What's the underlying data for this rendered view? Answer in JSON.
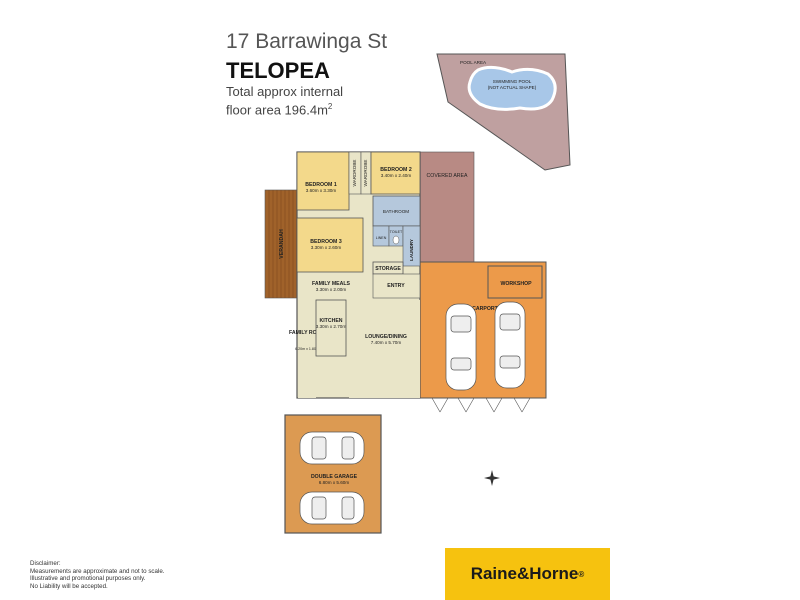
{
  "header": {
    "address": "17 Barrawinga St",
    "suburb": "TELOPEA",
    "area_line1": "Total approx internal",
    "area_line2": "floor area 196.4m",
    "area_unit_sup": "2"
  },
  "rooms": {
    "bedroom1": {
      "name": "BEDROOM 1",
      "dims": "3.60m x 3.30m"
    },
    "bedroom2": {
      "name": "BEDROOM 2",
      "dims": "3.40m x 2.40m"
    },
    "bedroom3": {
      "name": "BEDROOM 3",
      "dims": "3.30m x 2.60m"
    },
    "family_meals": {
      "name": "FAMILY MEALS",
      "dims": "3.30m x 2.00m"
    },
    "kitchen": {
      "name": "KITCHEN",
      "dims": "3.30m x 2.70m"
    },
    "family_room": {
      "name": "FAMILY ROOM",
      "dims": "6.20m x 1.80m"
    },
    "lounge_dining": {
      "name": "LOUNGE/DINING",
      "dims": "7.40m x 5.70m"
    },
    "double_garage": {
      "name": "DOUBLE GARAGE",
      "dims": "6.80m x 5.60m"
    },
    "verandah": "VERANDAH",
    "wardrobe1": "WARDROBE",
    "wardrobe2": "WARDROBE",
    "bathroom": "BATHROOM",
    "toilet": "TOILET",
    "linen": "LINEN",
    "laundry": "LAUNDRY",
    "storage": "STORAGE",
    "entry": "ENTRY",
    "workshop": "WORKSHOP",
    "carport": "CARPORT",
    "covered_area": "COVERED AREA",
    "pool_area": "POOL AREA",
    "pool_line1": "SWIMMING POOL",
    "pool_line2": "(NOT ACTUAL SHAPE)"
  },
  "disclaimer": {
    "title": "Disclaimer:",
    "lines": [
      "Measurements are approximate and not to scale.",
      "Illustrative and promotional purposes only.",
      "No Liability will be accepted."
    ]
  },
  "brand": {
    "name": "Raine&Horne",
    "registered": "®"
  },
  "colors": {
    "bedroom": "#f3d98b",
    "living": "#e9e5c8",
    "carport": "#ec9a4a",
    "garage": "#dc9a52",
    "covered": "#b88a84",
    "pool_area": "#bfa0a0",
    "pool": "#a8c7e8",
    "wet": "#b5c8dc",
    "verandah": "#a0622a",
    "brand": "#f6c20f"
  }
}
